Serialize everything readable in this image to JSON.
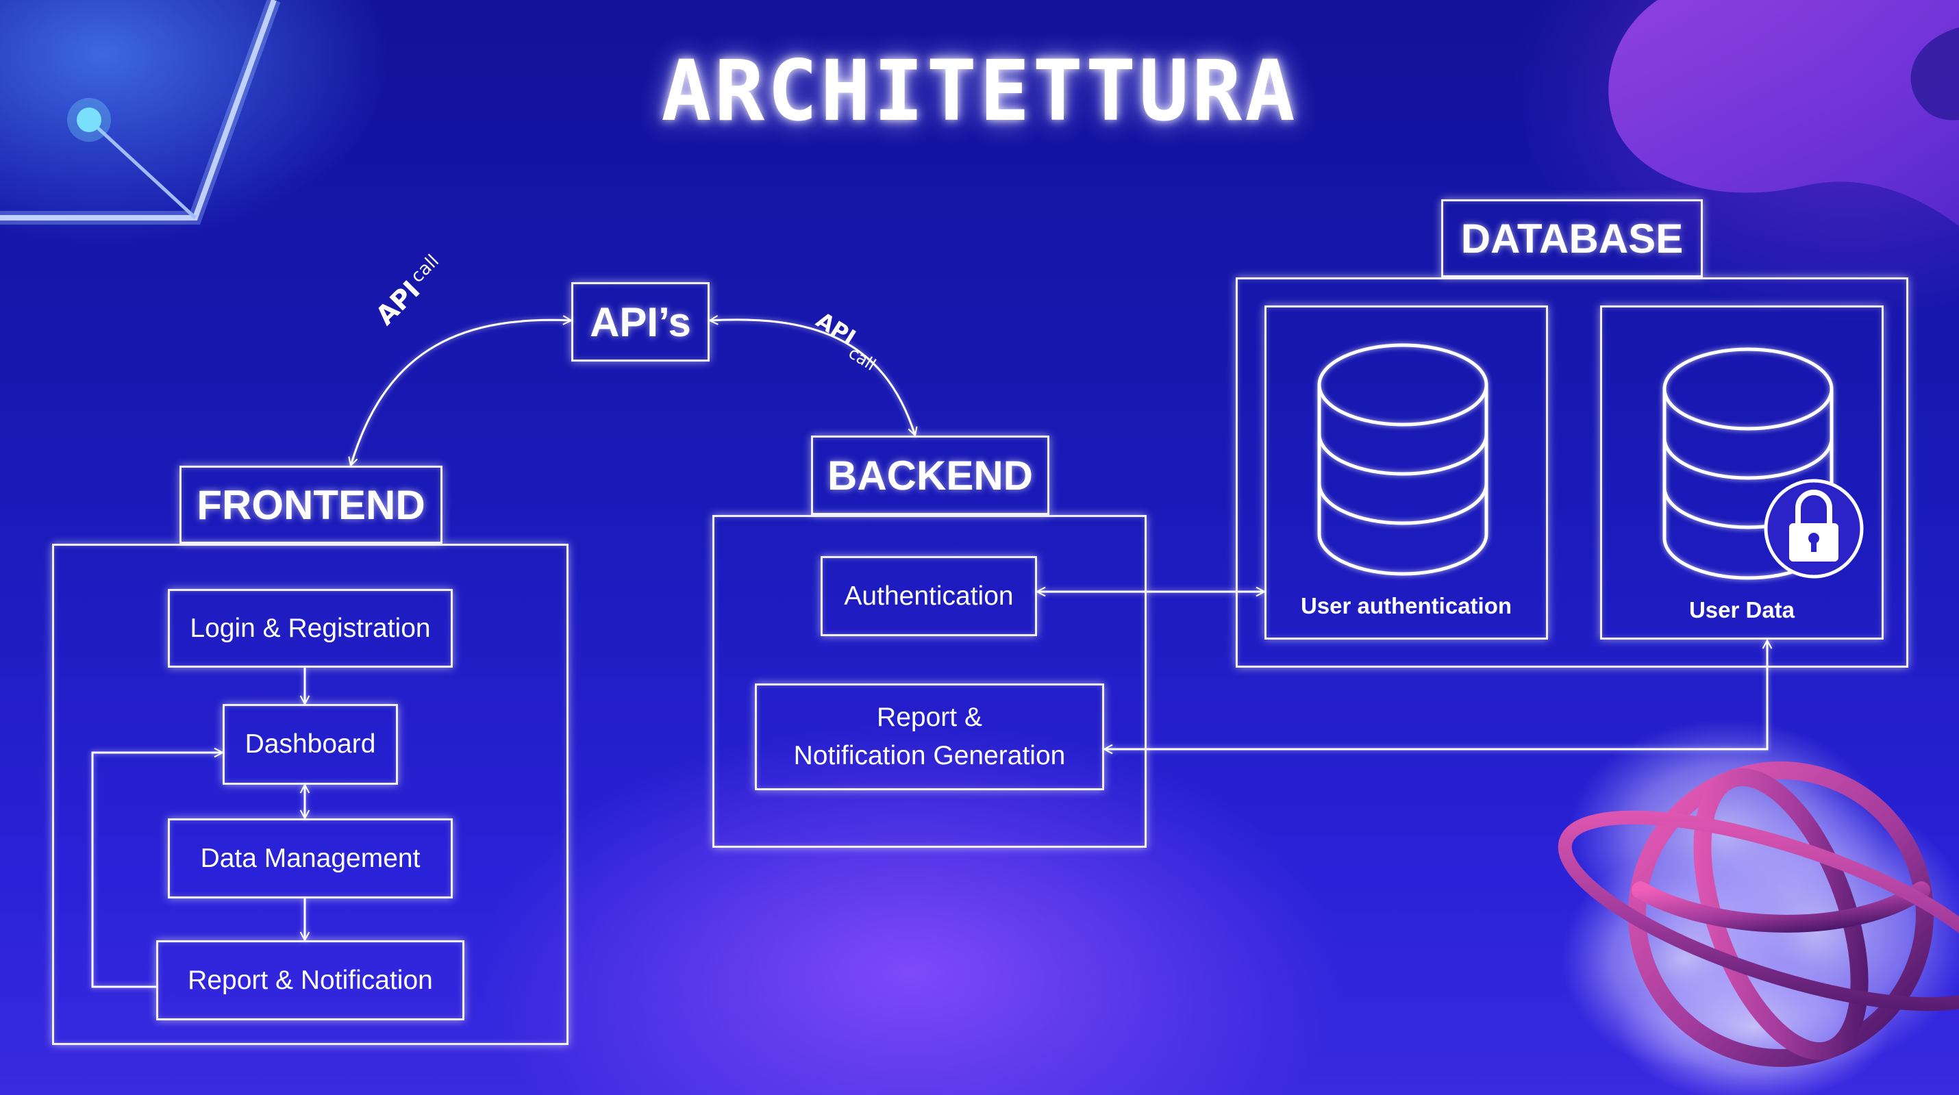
{
  "title": "ARCHITETTURA",
  "frontend": {
    "header": "FRONTEND",
    "items": [
      "Login & Registration",
      "Dashboard",
      "Data Management",
      "Report & Notification"
    ]
  },
  "apis": {
    "header": "API’s",
    "left_call": [
      "API",
      "call"
    ],
    "right_call": [
      "API",
      "call"
    ]
  },
  "backend": {
    "header": "BACKEND",
    "auth": "Authentication",
    "report_line1": "Report &",
    "report_line2": "Notification Generation"
  },
  "database": {
    "header": "DATABASE",
    "user_auth": "User authentication",
    "user_data": "User Data"
  }
}
